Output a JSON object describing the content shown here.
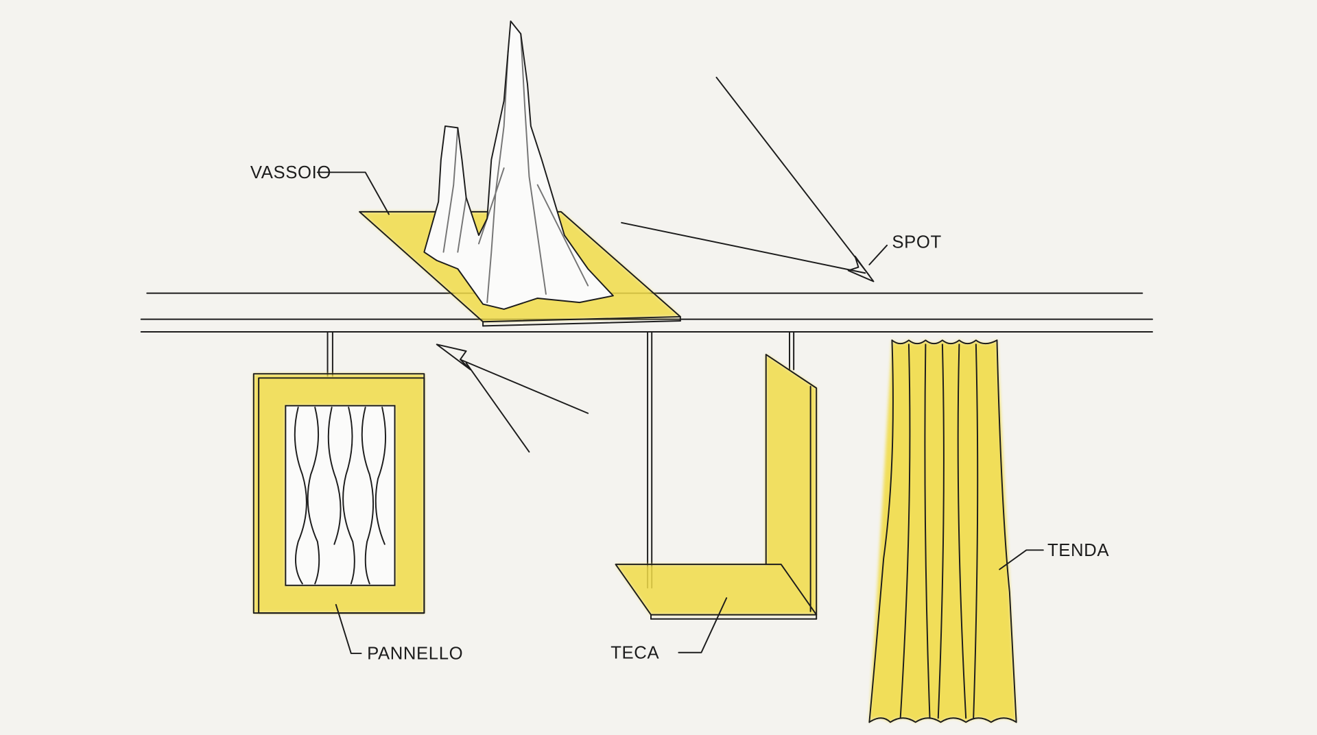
{
  "labels": {
    "vassoio": "VASSOIO",
    "spot": "SPOT",
    "pannello": "PANNELLO",
    "teca": "TECA",
    "tenda": "TENDA"
  },
  "colors": {
    "paper": "#f4f3ef",
    "accent_yellow": "#f1dc4a",
    "ink": "#1c1c1c"
  }
}
